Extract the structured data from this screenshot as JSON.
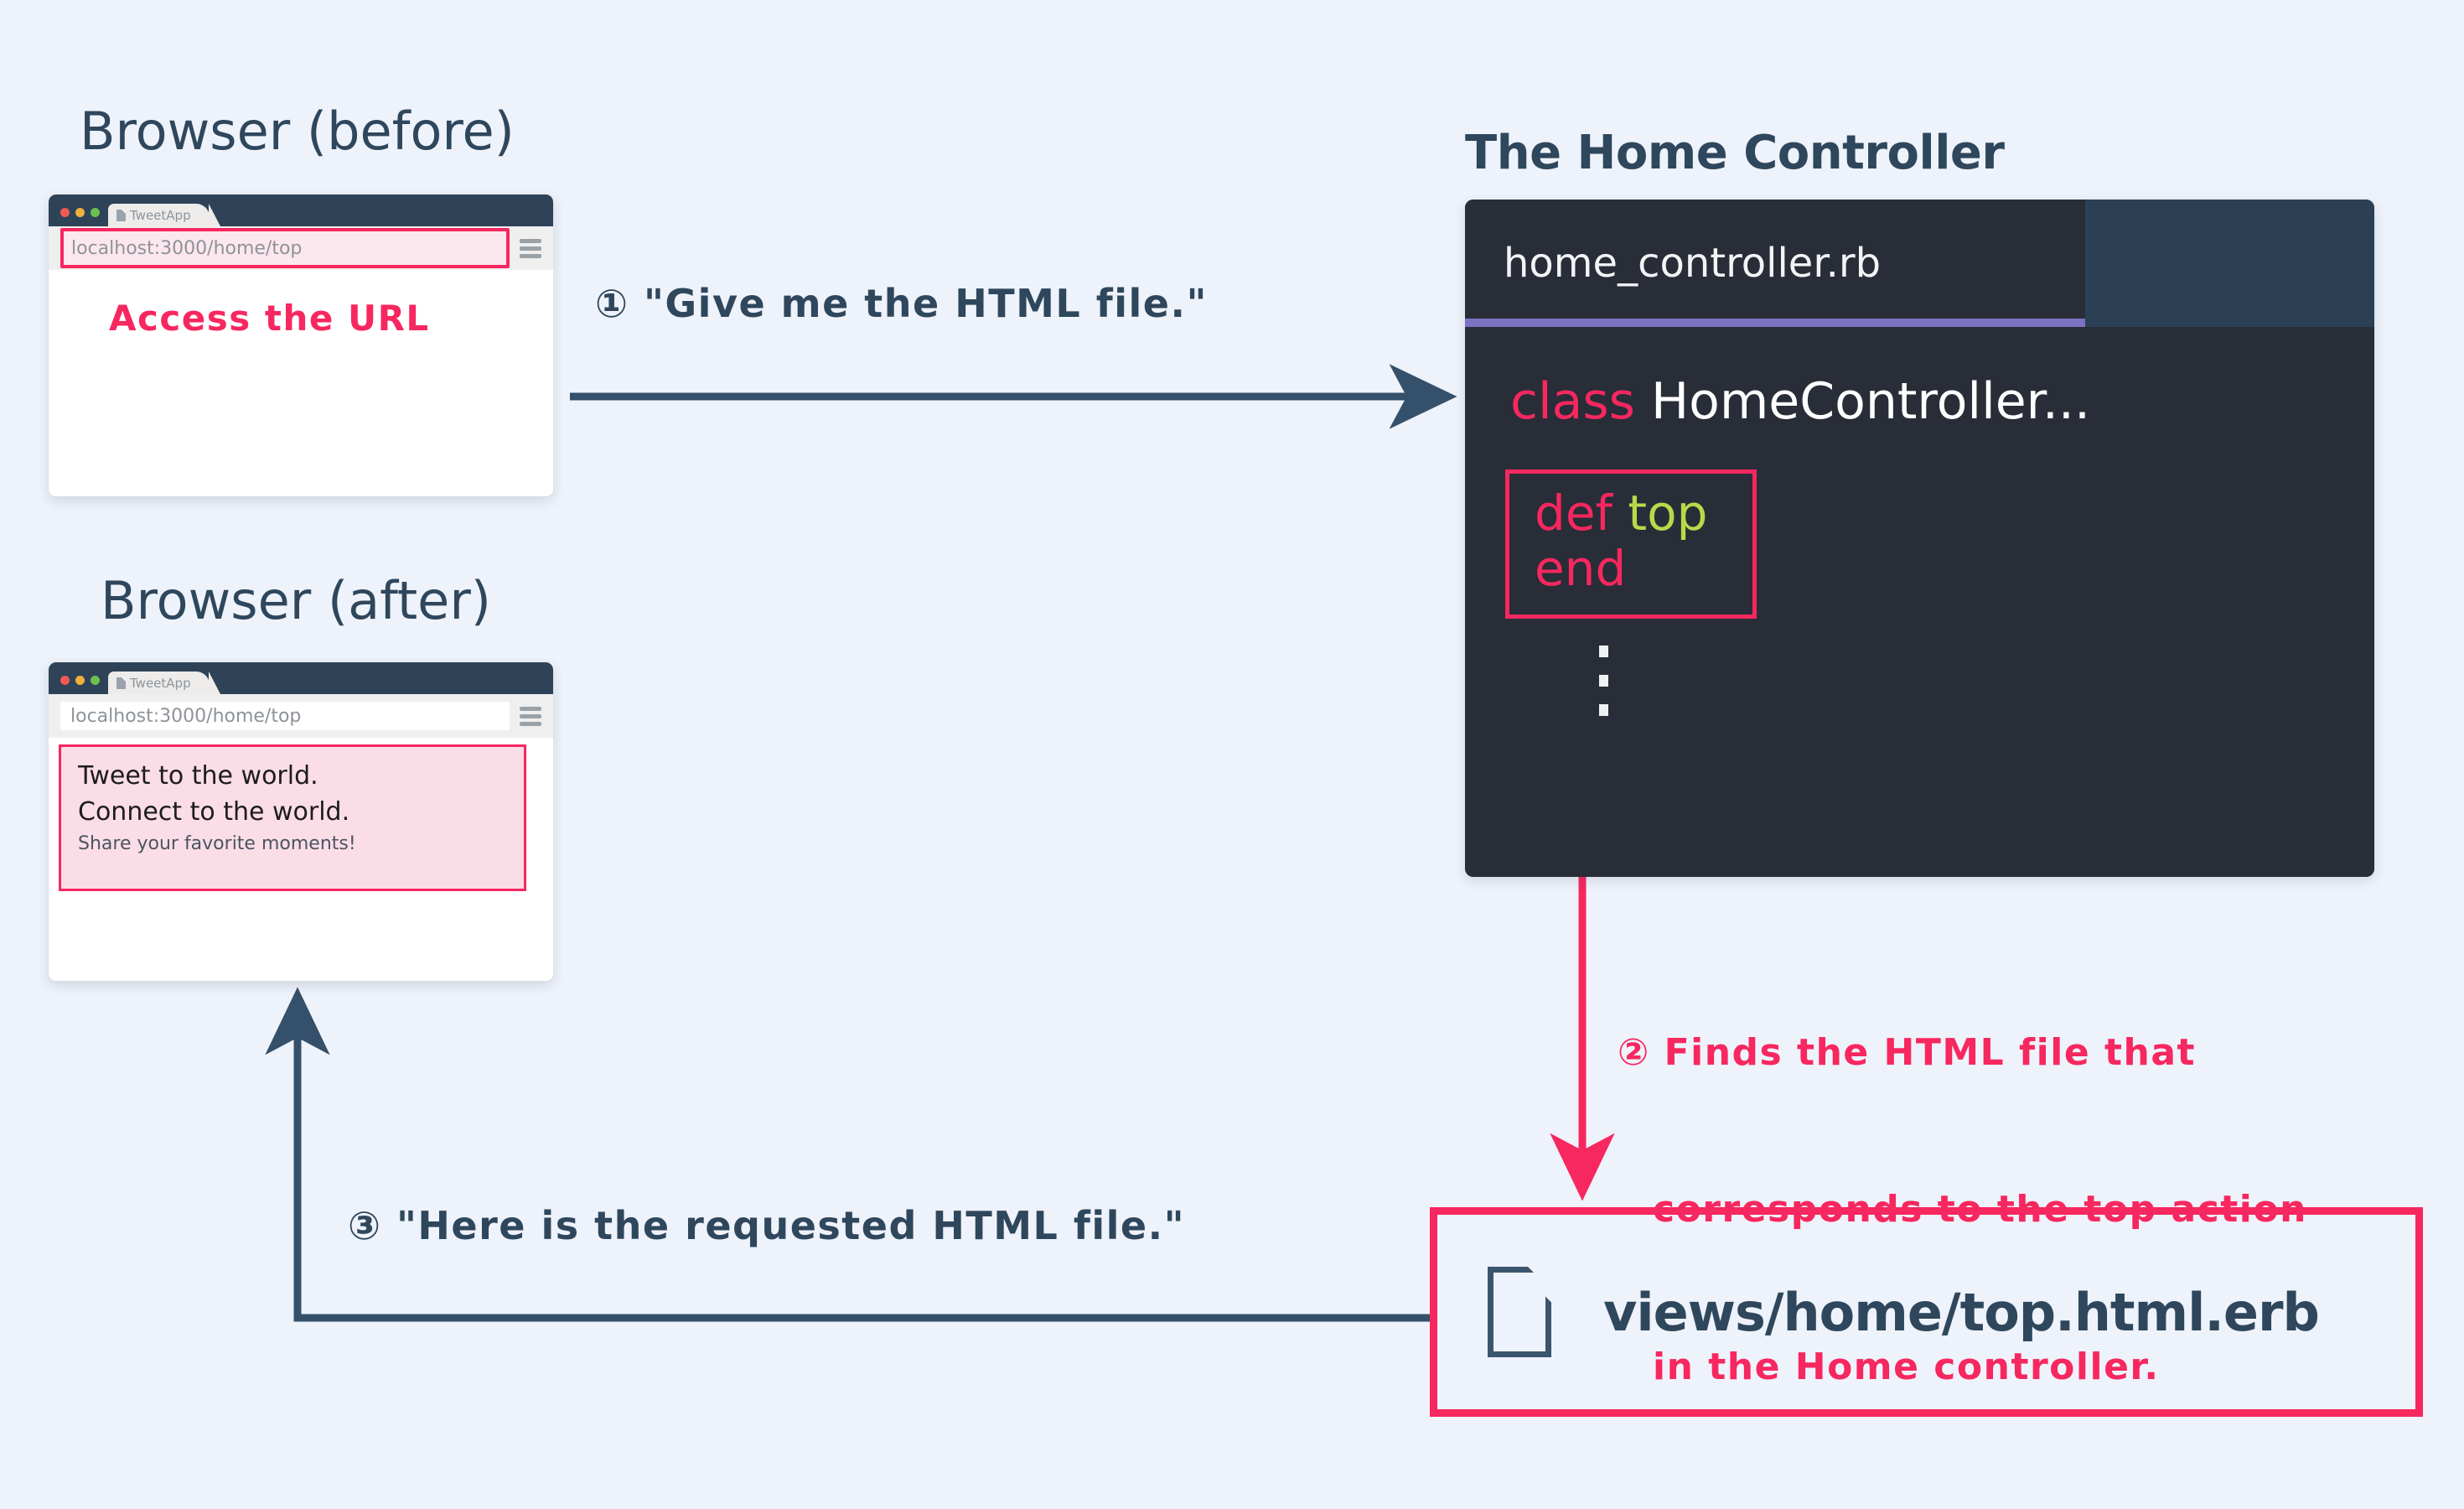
{
  "colors": {
    "background": "#eef2fa",
    "accent_pink": "#f7275f",
    "navy": "#2f475c",
    "editor_bg": "#282d37",
    "editor_tabbar": "#2c4055",
    "editor_underline": "#7d72c4",
    "code_keyword": "#f7275f",
    "code_method": "#b8d94a",
    "highlight_fill": "#fbdde7"
  },
  "headings": {
    "browser_before": "Browser (before)",
    "browser_after": "Browser (after)",
    "home_controller": "The Home Controller"
  },
  "browser_before": {
    "tab_title": "TweetApp",
    "url": "localhost:3000/home/top",
    "url_placeholder": "localhost:3000/home/top",
    "annotation": "Access the URL"
  },
  "browser_after": {
    "tab_title": "TweetApp",
    "url": "localhost:3000/home/top",
    "url_placeholder": "localhost:3000/home/top",
    "content": {
      "line1": "Tweet to the world.",
      "line2": "Connect to the world.",
      "line3": "Share your favorite moments!"
    }
  },
  "editor": {
    "filename": "home_controller.rb",
    "code": {
      "class_keyword": "class",
      "class_name": " HomeController...",
      "def_keyword": "def",
      "action_name": " top",
      "end_keyword": "end"
    },
    "ellipsis_label": "vertical-ellipsis"
  },
  "file_box": {
    "path": "views/home/top.html.erb"
  },
  "steps": {
    "step1": "① \"Give me the HTML file.\"",
    "step2_line1": "② Finds the HTML file that",
    "step2_line2": "corresponds to the top action",
    "step2_line3": "in the Home controller.",
    "step3": "③ \"Here is the requested HTML file.\""
  }
}
